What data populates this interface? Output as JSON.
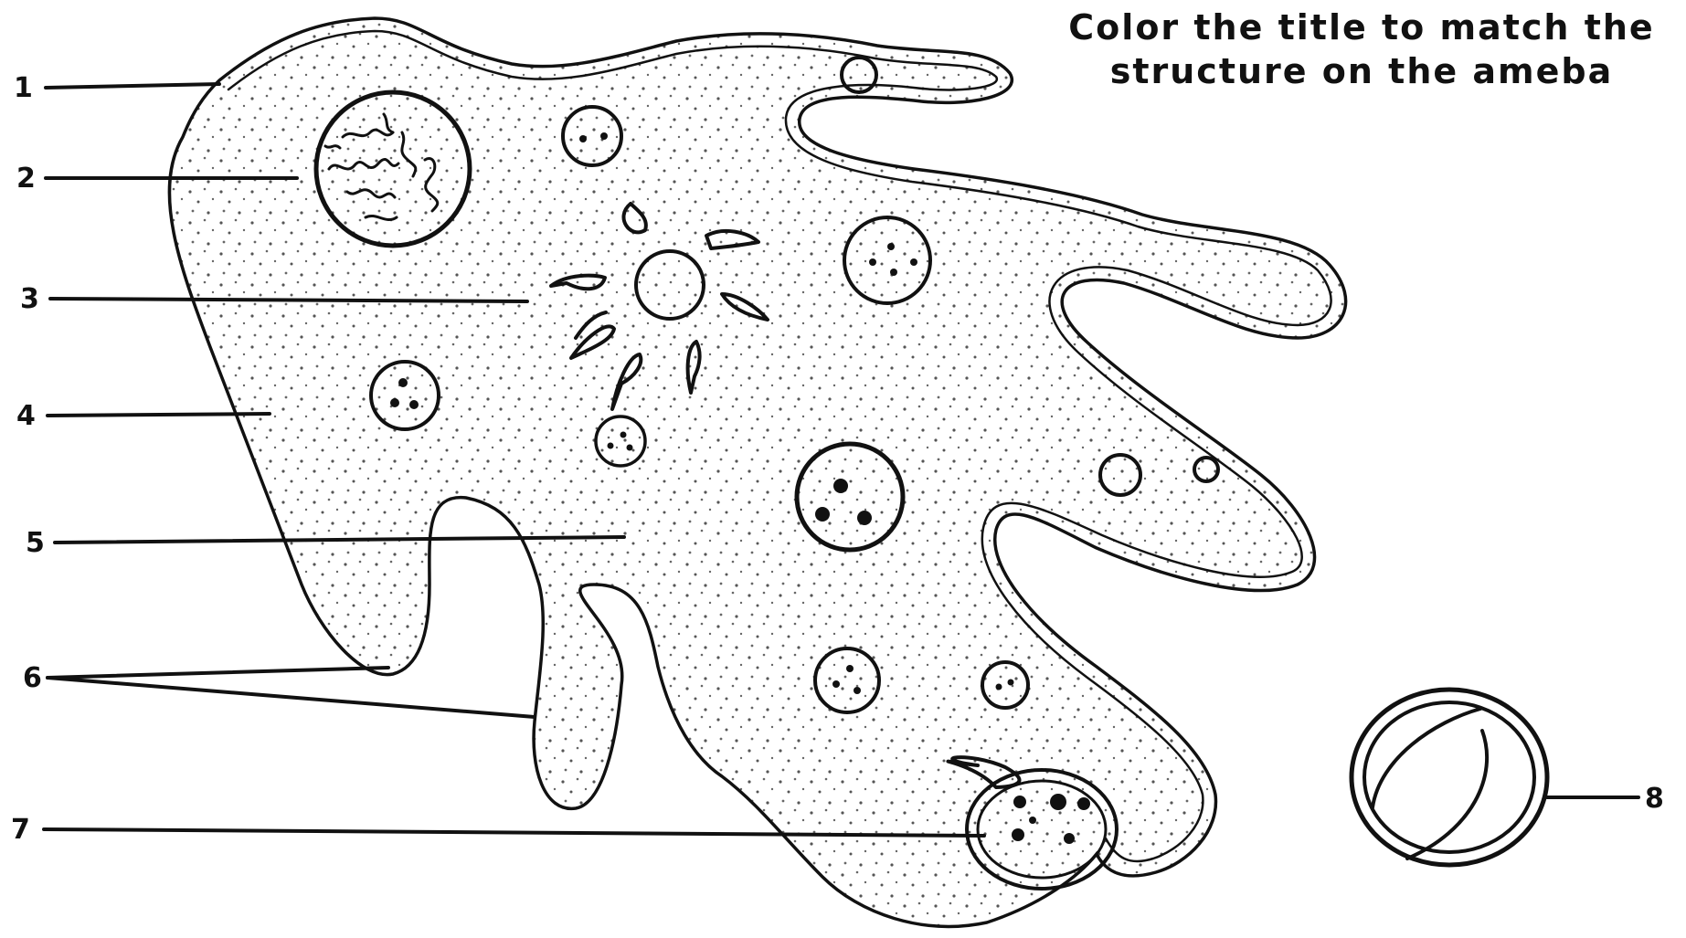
{
  "instruction": {
    "line1": "Color the title to match the",
    "line2": "structure on the ameba"
  },
  "labels": [
    "1",
    "2",
    "3",
    "4",
    "5",
    "6",
    "7",
    "8"
  ],
  "colors": {
    "ink": "#111111",
    "paper": "#ffffff"
  }
}
